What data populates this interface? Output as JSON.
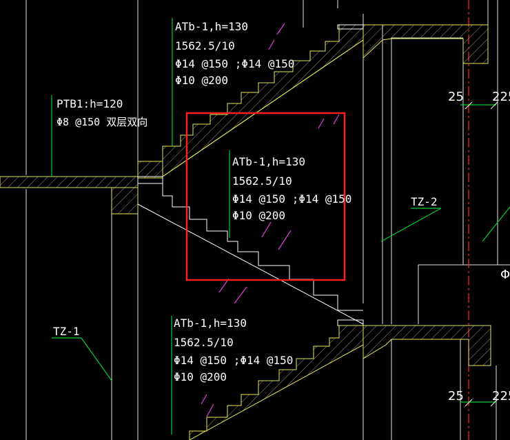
{
  "colors": {
    "background": "#000000",
    "structure": "#e8e85a",
    "leader": "#00cc33",
    "linework": "#ffffff",
    "hatch": "#bfbf9a",
    "axis": "#ff2a2a",
    "rebar_mark": "#e040e0",
    "highlight": "#ff1f1f"
  },
  "notes": {
    "atb_top": {
      "name": "ATb-1,h=130",
      "span": "1562.5/10",
      "main_bar": "Φ14 @150 ;Φ14 @150",
      "dist_bar": "Φ10 @200"
    },
    "atb_mid": {
      "name": "ATb-1,h=130",
      "span": "1562.5/10",
      "main_bar": "Φ14 @150 ;Φ14 @150",
      "dist_bar": "Φ10 @200"
    },
    "atb_bot": {
      "name": "ATb-1,h=130",
      "span": "1562.5/10",
      "main_bar": "Φ14 @150 ;Φ14 @150",
      "dist_bar": "Φ10 @200"
    },
    "ptb1": {
      "name": "PTB1:h=120",
      "bar": "Φ8 @150 双层双向"
    },
    "tz1": "TZ-1",
    "tz2": "TZ-2"
  },
  "dimensions": {
    "top_left": "25",
    "top_right": "225",
    "bottom_left": "25",
    "bottom_right": "225",
    "edge_symbol": "Φ"
  }
}
